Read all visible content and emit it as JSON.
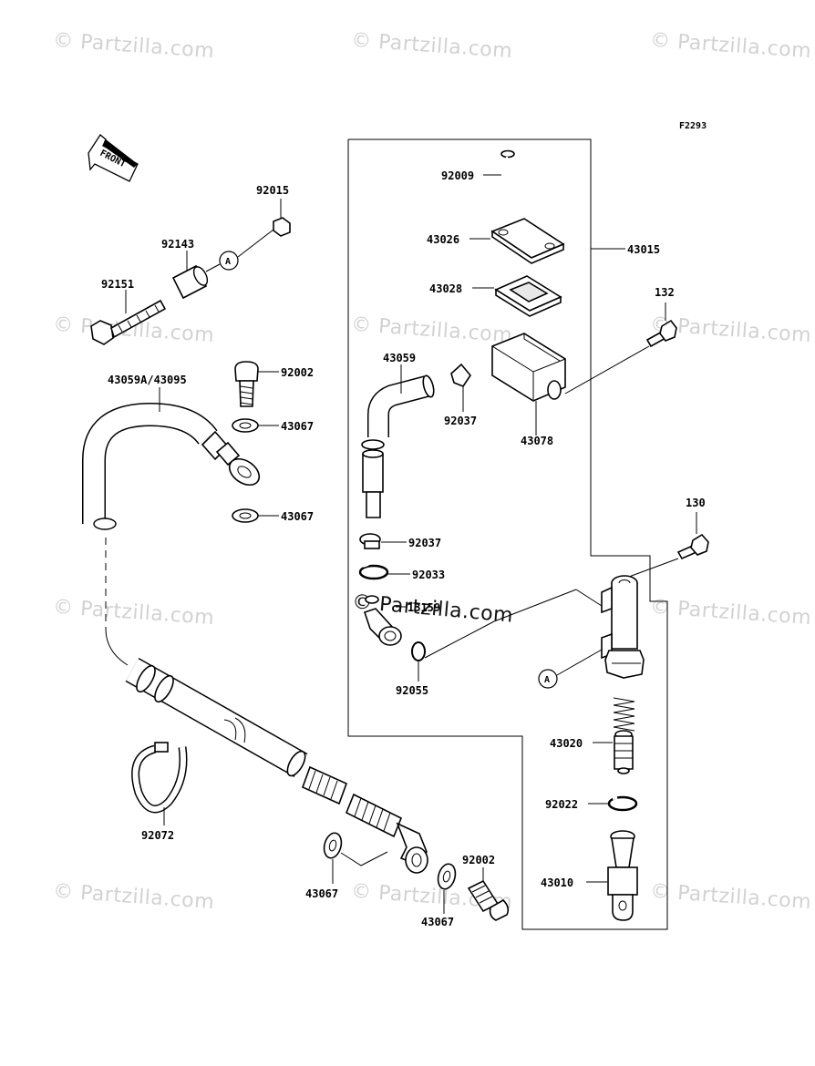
{
  "diagram_code": "F2293",
  "front_label": "FRONT",
  "watermark": "Partzilla.com",
  "copyright_symbol": "©",
  "callout_a": "A",
  "parts": {
    "p92015": "92015",
    "p92143": "92143",
    "p92151": "92151",
    "p92002_top": "92002",
    "p43059A": "43059A/43095",
    "p43067_1": "43067",
    "p43067_2": "43067",
    "p92072": "92072",
    "p43067_3": "43067",
    "p43067_4": "43067",
    "p92002_bot": "92002",
    "p92009": "92009",
    "p43026": "43026",
    "p43015": "43015",
    "p43028": "43028",
    "p132": "132",
    "p43059": "43059",
    "p92037_1": "92037",
    "p43078": "43078",
    "p130": "130",
    "p92037_2": "92037",
    "p92033": "92033",
    "p13159": "13159",
    "p92055": "92055",
    "p43020": "43020",
    "p92022": "92022",
    "p43010": "43010"
  }
}
